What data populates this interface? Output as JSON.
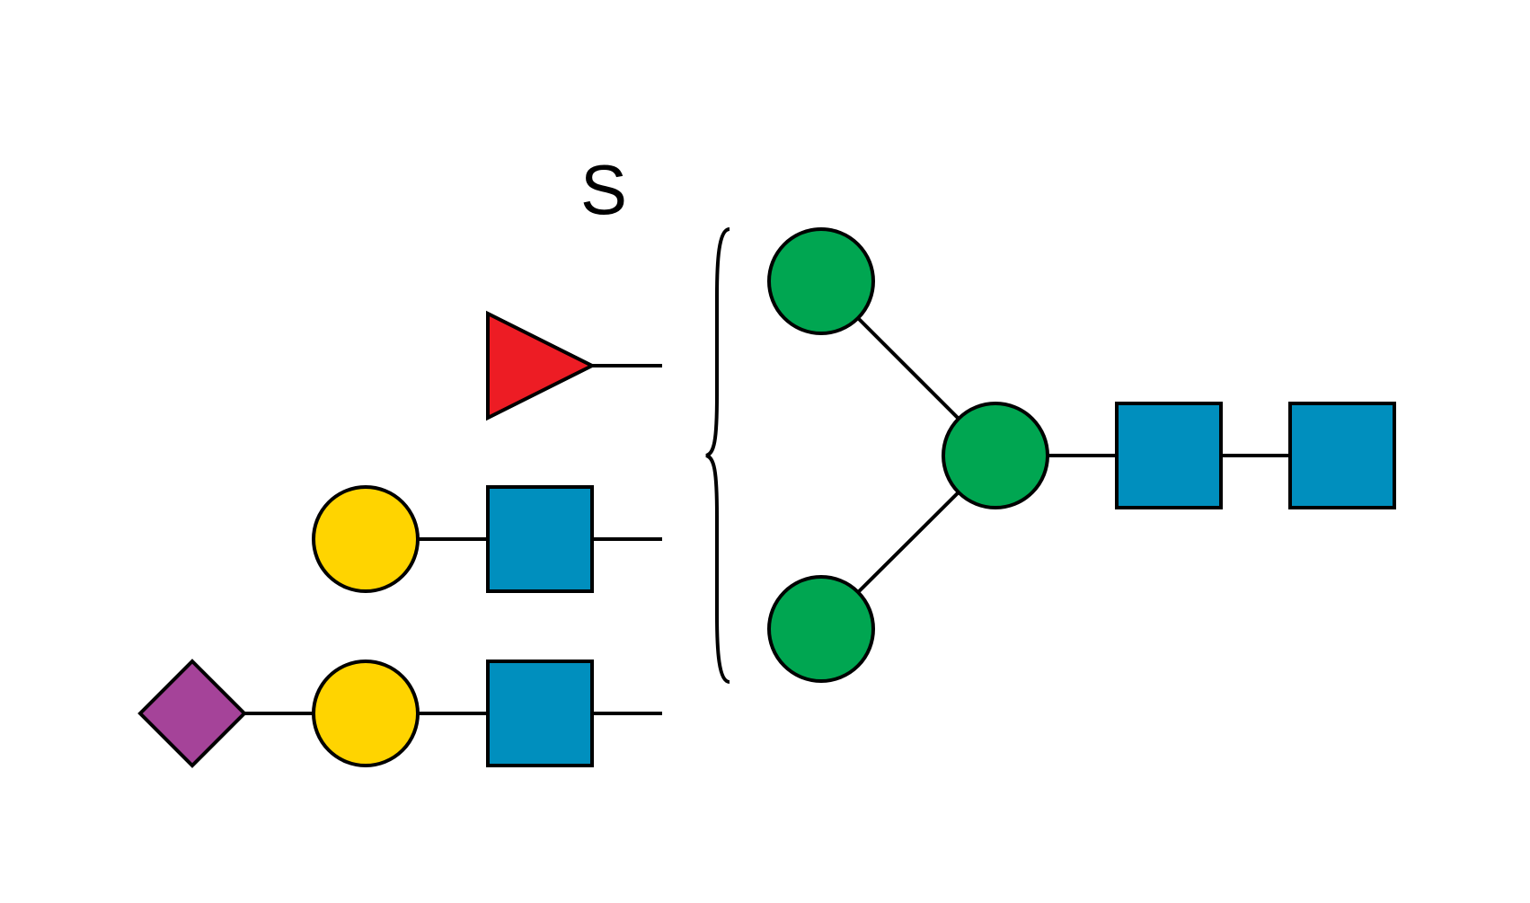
{
  "annotation": {
    "label": "S"
  },
  "colors": {
    "mannose": "#00A651",
    "glcnac": "#008FBE",
    "galactose": "#FFD400",
    "fucose": "#ED1C24",
    "sialic_acid": "#A54399",
    "line": "#000000",
    "background": "#FFFFFF"
  },
  "core": [
    {
      "id": "man-top",
      "shape": "circle",
      "residue": "mannose"
    },
    {
      "id": "man-bottom",
      "shape": "circle",
      "residue": "mannose"
    },
    {
      "id": "man-center",
      "shape": "circle",
      "residue": "mannose"
    },
    {
      "id": "glcnac-core-1",
      "shape": "square",
      "residue": "glcnac"
    },
    {
      "id": "glcnac-core-2",
      "shape": "square",
      "residue": "glcnac"
    }
  ],
  "antennae": [
    {
      "residues": [
        "fucose"
      ],
      "shapes": [
        "triangle"
      ]
    },
    {
      "residues": [
        "galactose",
        "glcnac"
      ],
      "shapes": [
        "circle",
        "square"
      ]
    },
    {
      "residues": [
        "sialic_acid",
        "galactose",
        "glcnac"
      ],
      "shapes": [
        "diamond",
        "circle",
        "square"
      ]
    }
  ]
}
